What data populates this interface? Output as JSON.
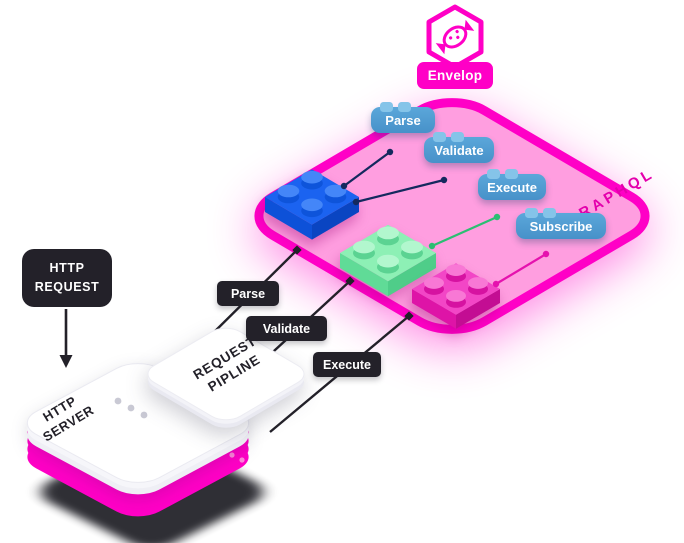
{
  "logo": {
    "icon": "hexagon-candy-icon"
  },
  "envelop_badge": {
    "label": "Envelop"
  },
  "envelope_panel": {
    "title": "GRAPHQL"
  },
  "plugin_tabs": [
    {
      "label": "Parse"
    },
    {
      "label": "Validate"
    },
    {
      "label": "Execute"
    },
    {
      "label": "Subscribe"
    }
  ],
  "http_request_badge": {
    "line1": "HTTP",
    "line2": "REQUEST"
  },
  "request_arrow": {
    "icon": "arrow-down-icon"
  },
  "pipeline_steps": [
    {
      "label": "Parse"
    },
    {
      "label": "Validate"
    },
    {
      "label": "Execute"
    }
  ],
  "request_pipeline": {
    "line1": "REQUEST",
    "line2": "PIPLINE"
  },
  "http_server": {
    "line1": "HTTP",
    "line2": "SERVER"
  },
  "colors": {
    "accent_magenta": "#FF00C6",
    "envelope_pink": "#FF9EE0",
    "graphql_text": "#E400AC",
    "dark": "#232129",
    "tab_blue": "#4E9CD3",
    "tab_stud_blue": "#85C4E9",
    "brick_blue": "#1B63F0",
    "brick_green": "#8DF0B5",
    "brick_magenta": "#F246C6",
    "connector_navy": "#14295E",
    "connector_green": "#2BBE72",
    "connector_magenta": "#E512AE"
  }
}
